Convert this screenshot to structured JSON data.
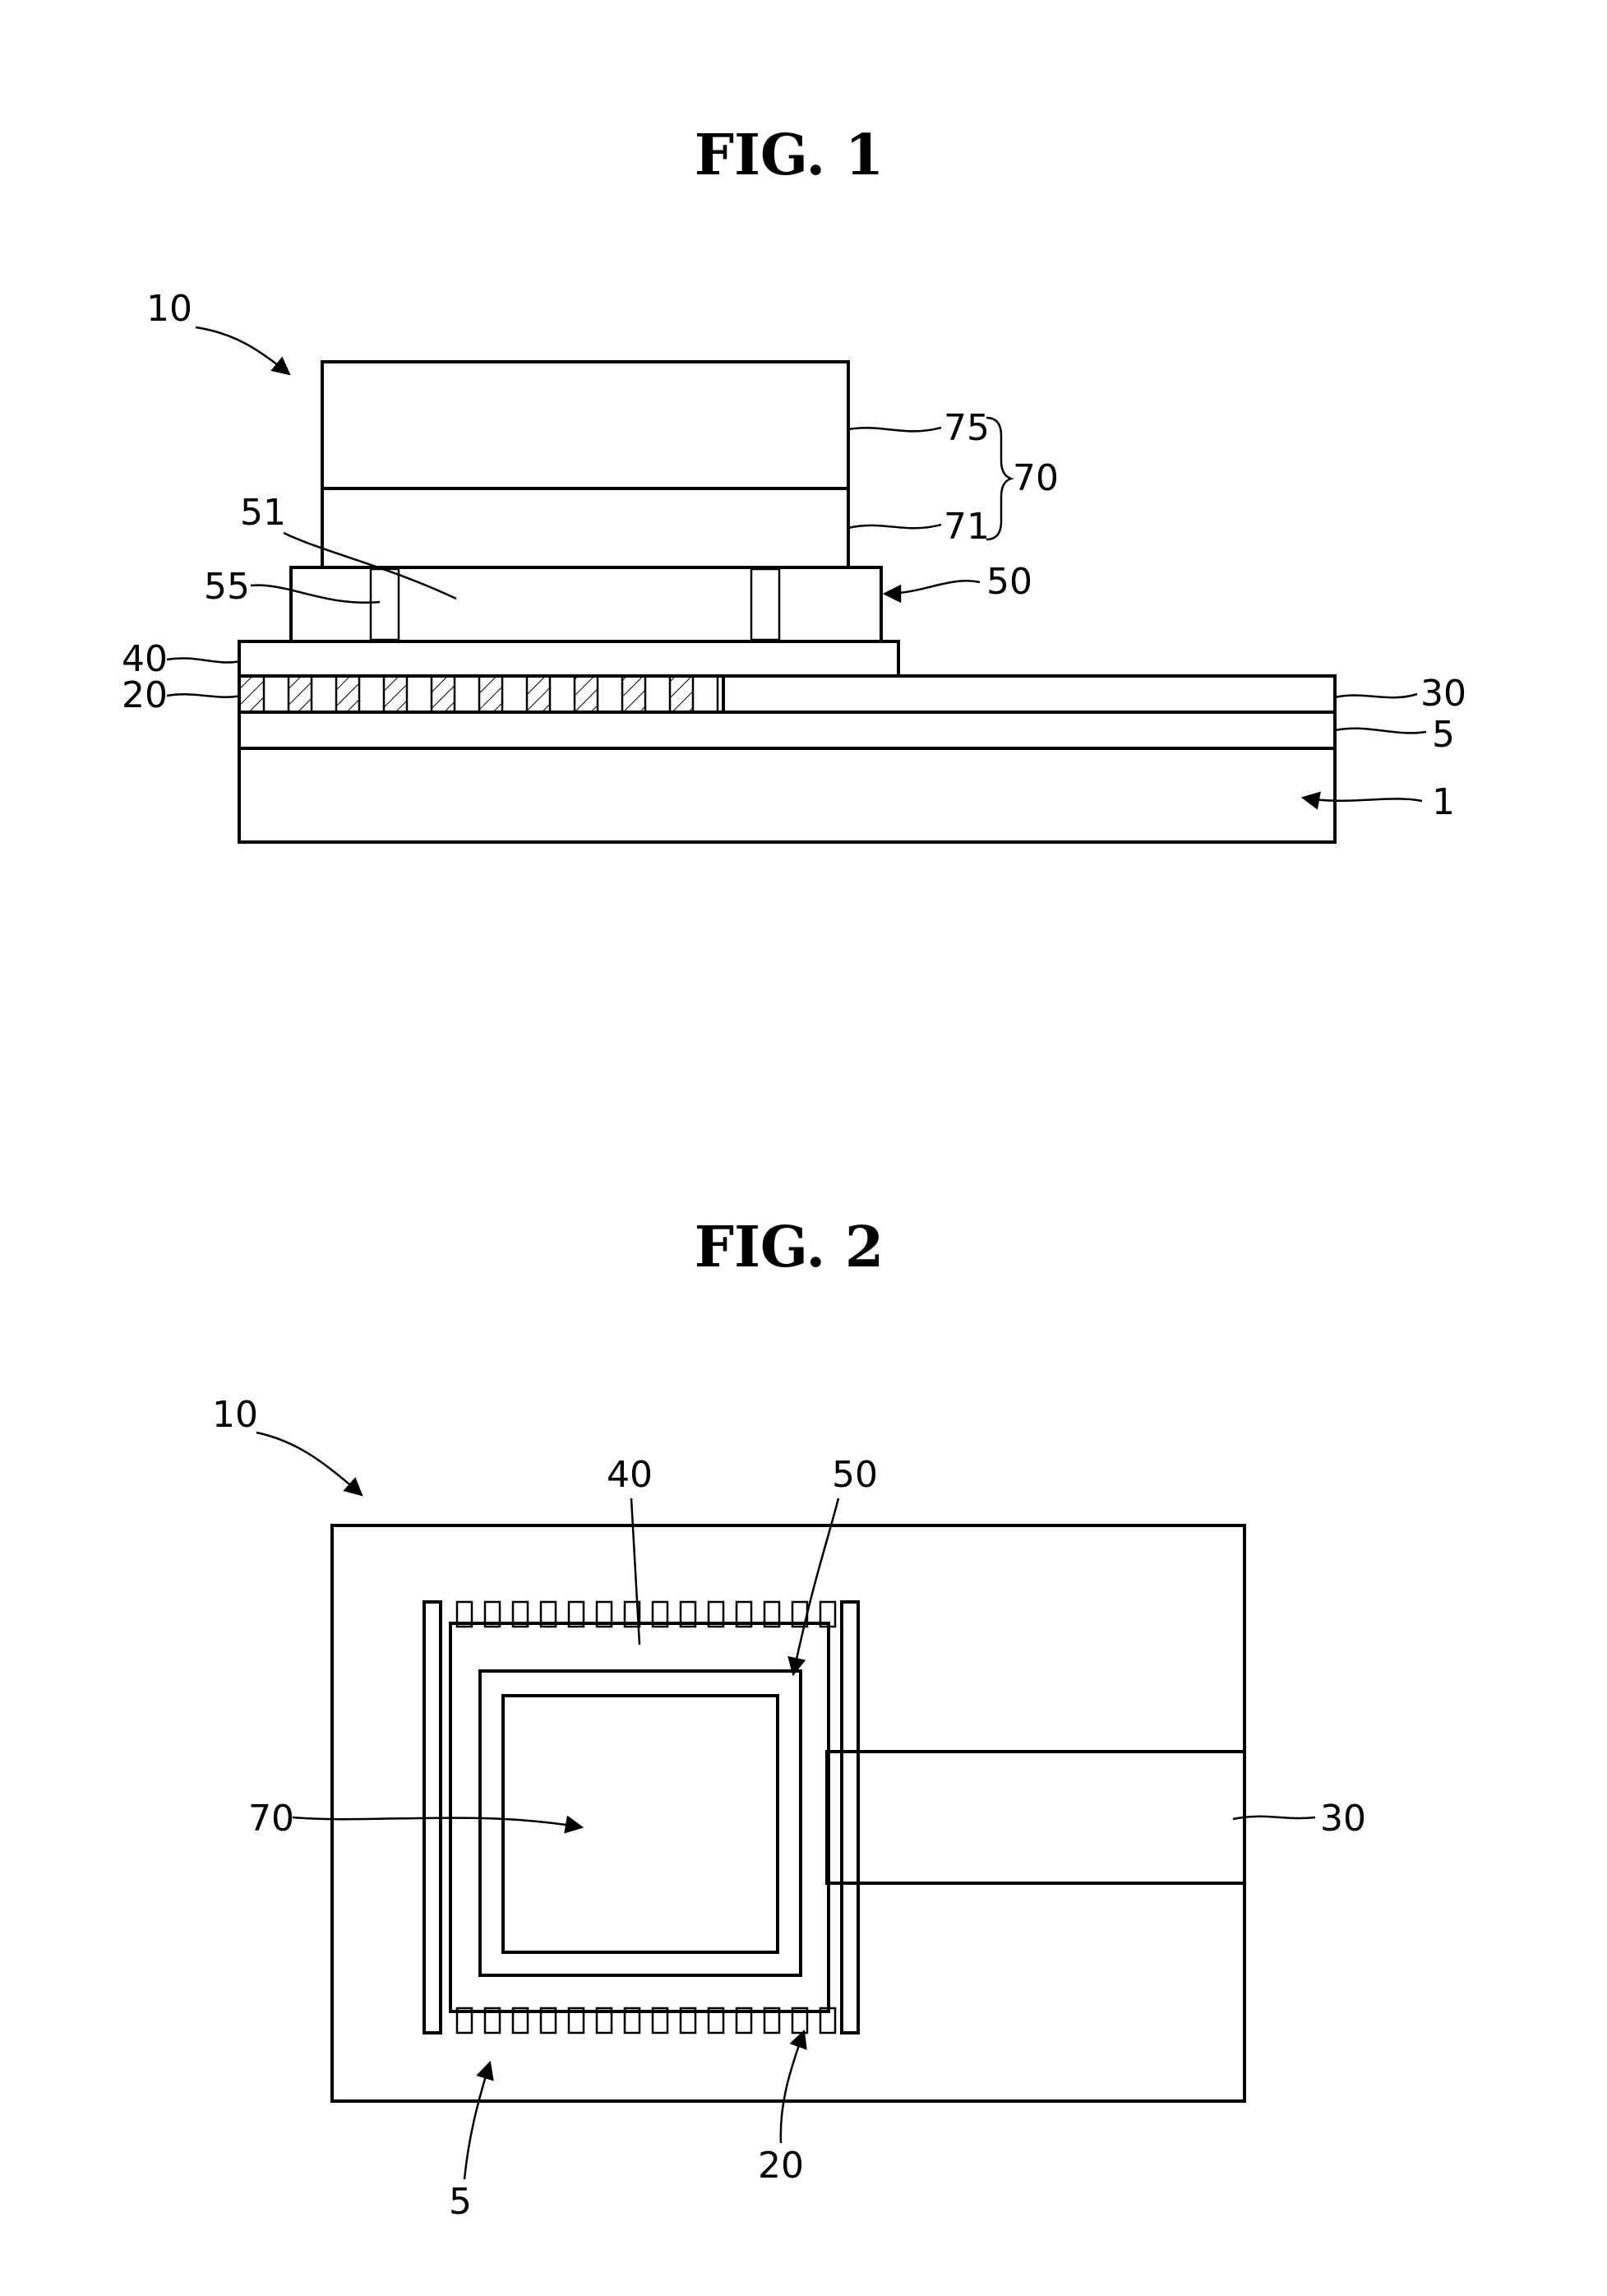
{
  "figures": [
    {
      "title": "FIG.  1",
      "labels": {
        "device": "10",
        "layer_75": "75",
        "layer_71": "71",
        "stack_70": "70",
        "area_51": "51",
        "area_55": "55",
        "layer_50": "50",
        "layer_40": "40",
        "layer_20": "20",
        "layer_30": "30",
        "layer_5": "5",
        "substrate_1": "1"
      }
    },
    {
      "title": "FIG.  2",
      "labels": {
        "device": "10",
        "layer_40": "40",
        "layer_50": "50",
        "stack_70": "70",
        "layer_30": "30",
        "layer_5": "5",
        "layer_20": "20"
      }
    }
  ]
}
